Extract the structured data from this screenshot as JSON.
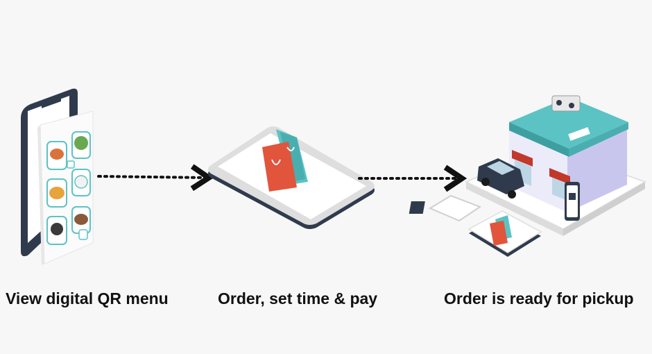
{
  "steps": [
    {
      "label": "View digital QR menu",
      "icon": "phone-qr-menu-icon"
    },
    {
      "label": "Order, set time & pay",
      "icon": "phone-shopping-bags-icon"
    },
    {
      "label": "Order is ready for pickup",
      "icon": "store-pickup-icon"
    }
  ],
  "colors": {
    "teal": "#5cc3c4",
    "red": "#e0553c",
    "navy": "#2f3b4d",
    "lavender": "#c9c6ee",
    "background": "#f7f7f7"
  }
}
